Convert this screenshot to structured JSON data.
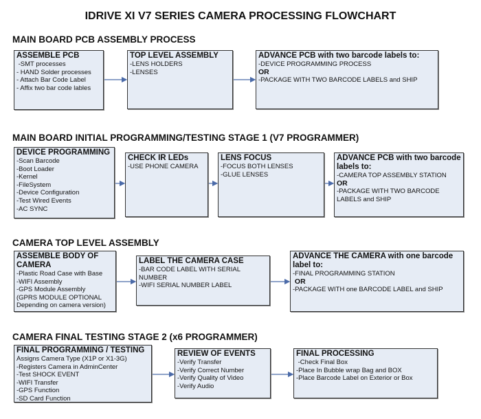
{
  "title": "IDRIVE XI V7 SERIES CAMERA PROCESSING FLOWCHART",
  "sections": [
    {
      "title": "MAIN BOARD PCB ASSEMBLY PROCESS",
      "boxes": [
        {
          "heading": "ASSEMBLE PCB",
          "lines": [
            " -SMT processes",
            "- HAND Solder processes",
            "- Attach Bar Code Label",
            "- Affix two bar code lables"
          ]
        },
        {
          "heading": "TOP LEVEL ASSEMBLY",
          "lines": [
            "-LENS HOLDERS",
            "-LENSES"
          ]
        },
        {
          "heading": "ADVANCE PCB with two barcode labels to:",
          "lines": [
            "-DEVICE PROGRAMMING PROCESS",
            "OR",
            "-PACKAGE WITH TWO BARCODE LABELS and SHIP"
          ]
        }
      ]
    },
    {
      "title": "MAIN BOARD INITIAL PROGRAMMING/TESTING STAGE 1 (V7 PROGRAMMER)",
      "boxes": [
        {
          "heading": "DEVICE PROGRAMMING",
          "lines": [
            "-Scan Barcode",
            "-Boot Loader",
            "-Kernel",
            "-FileSystem",
            "-Device Configuration",
            "-Test Wired Events",
            "-AC SYNC"
          ]
        },
        {
          "heading": "CHECK IR LEDs",
          "lines": [
            "-USE PHONE CAMERA"
          ]
        },
        {
          "heading": "LENS FOCUS",
          "lines": [
            "-FOCUS BOTH LENSES",
            "-GLUE LENSES"
          ]
        },
        {
          "heading": "ADVANCE PCB with two barcode labels to:",
          "lines": [
            "-CAMERA TOP ASSEMBLY STATION",
            "OR",
            "-PACKAGE WITH TWO BARCODE LABELS and SHIP"
          ]
        }
      ]
    },
    {
      "title": "CAMERA TOP LEVEL ASSEMBLY",
      "boxes": [
        {
          "heading": "ASSEMBLE BODY OF CAMERA",
          "lines": [
            "-Plastic Road Case with Base",
            "-WIFI Assembly",
            "-GPS Module Assembly",
            "(GPRS MODULE OPTIONAL Depending on camera version)"
          ]
        },
        {
          "heading": "LABEL THE CAMERA CASE",
          "lines": [
            "-BAR CODE LABEL WITH SERIAL NUMBER",
            "-WIFI SERIAL NUMBER LABEL"
          ]
        },
        {
          "heading": "ADVANCE THE CAMERA with one barcode label to:",
          "lines": [
            "-FINAL PROGRAMMING STATION",
            " OR",
            "-PACKAGE WITH one BARCODE LABEL and SHIP"
          ]
        }
      ]
    },
    {
      "title": "CAMERA FINAL TESTING STAGE 2 (x6 PROGRAMMER)",
      "boxes": [
        {
          "heading": "FINAL PROGRAMMING / TESTING",
          "lines": [
            "Assigns Camera Type (X1P or X1-3G)",
            "-Registers Camera in AdminCenter",
            "-Test SHOCK EVENT",
            "-WIFI Transfer",
            "-GPS Function",
            "-SD Card Function"
          ]
        },
        {
          "heading": "REVIEW OF EVENTS",
          "lines": [
            "-Verify Transfer",
            "-Verify Correct Number",
            "-Verify Quality of Video",
            "-Verify Audio"
          ]
        },
        {
          "heading": "FINAL PROCESSING",
          "lines": [
            " -Check Final Box",
            "-Place In Bubble wrap Bag and BOX",
            "-Place Barcode Label on Exterior or Box"
          ]
        }
      ]
    }
  ],
  "colors": {
    "box_fill": "#e6ecf5",
    "arrow": "#4a6aa8"
  }
}
